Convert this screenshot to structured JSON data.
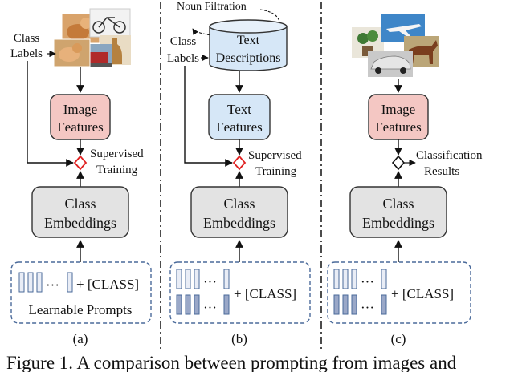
{
  "panel_a": {
    "class_labels": [
      "Class",
      "Labels"
    ],
    "image_features": [
      "Image",
      "Features"
    ],
    "supervised_training": [
      "Supervised",
      "Training"
    ],
    "class_embeddings": [
      "Class",
      "Embeddings"
    ],
    "prompt_ellipsis": "···",
    "prompt_class": "+ [CLASS]",
    "learnable_prompts": "Learnable Prompts",
    "sub_label": "(a)"
  },
  "panel_b": {
    "noun_filtration": "Noun Filtration",
    "class_labels": [
      "Class",
      "Labels"
    ],
    "text_descriptions": [
      "Text",
      "Descriptions"
    ],
    "text_features": [
      "Text",
      "Features"
    ],
    "supervised_training": [
      "Supervised",
      "Training"
    ],
    "class_embeddings": [
      "Class",
      "Embeddings"
    ],
    "prompt_ellipsis_1": "···",
    "prompt_ellipsis_2": "···",
    "prompt_class": "+ [CLASS]",
    "sub_label": "(b)"
  },
  "panel_c": {
    "image_features": [
      "Image",
      "Features"
    ],
    "classification_results": [
      "Classification",
      "Results"
    ],
    "class_embeddings": [
      "Class",
      "Embeddings"
    ],
    "prompt_ellipsis_1": "···",
    "prompt_ellipsis_2": "···",
    "prompt_class": "+ [CLASS]",
    "sub_label": "(c)"
  },
  "caption": "Figure 1.  A comparison between prompting from images and",
  "colors": {
    "image_box": "#f4c7c3",
    "text_box": "#d6e7f7",
    "embed_box": "#e3e3e3",
    "prompt_border": "#4a6a9a",
    "token_light": "#e9edf6",
    "token_dark": "#9aa8c8",
    "diamond_red": "#e02020"
  },
  "icons": [
    "cat-photo-icon",
    "bicycle-photo-icon",
    "bottle-photo-icon",
    "train-photo-icon",
    "potted-plant-photo-icon",
    "airplane-photo-icon",
    "horse-photo-icon",
    "car-photo-icon"
  ]
}
